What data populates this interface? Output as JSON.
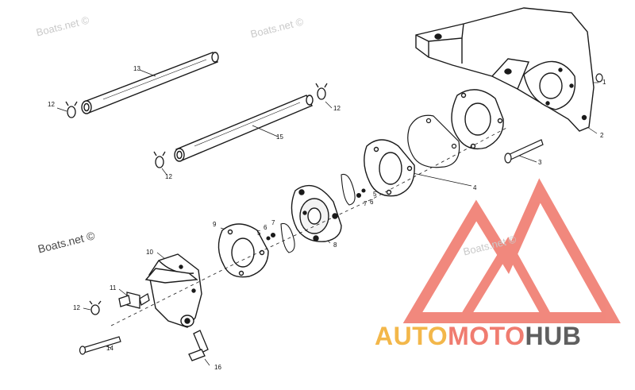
{
  "watermarks": {
    "top_left": "Boats.net ©",
    "top_right": "Boats.net ©",
    "mid_left": "Boats.net ©",
    "mid_right": "Boats.net ©"
  },
  "callouts": {
    "c1": "1",
    "c2": "2",
    "c3": "3",
    "c4": "4",
    "c5a": "5",
    "c5b": "5",
    "c6a": "6",
    "c6b": "6",
    "c7a": "7",
    "c7b": "7",
    "c8": "8",
    "c9": "9",
    "c10": "10",
    "c11": "11",
    "c12a": "12",
    "c12b": "12",
    "c12c": "12",
    "c12d": "12",
    "c13": "13",
    "c14": "14",
    "c15": "15",
    "c16": "16"
  },
  "logo": {
    "part1": "AUTO",
    "part2": "MOTO",
    "part3": "HUB"
  },
  "colors": {
    "logo_red": "#f07c70",
    "logo_yellow": "#f3b74a",
    "logo_gray": "#5f5f5f",
    "line": "#1a1a1a"
  }
}
